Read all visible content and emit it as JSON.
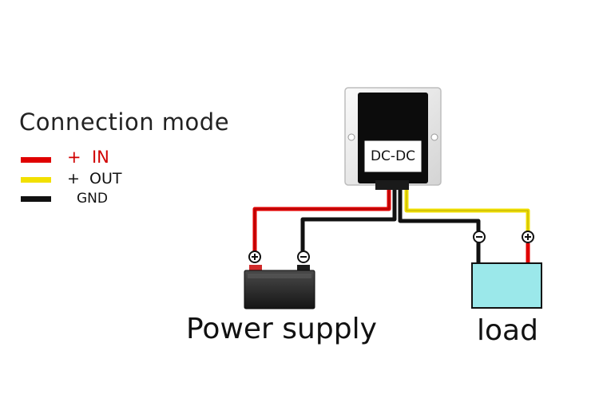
{
  "legend": {
    "title": "Connection mode",
    "items": [
      {
        "label": "+  IN",
        "color": "#e00000"
      },
      {
        "label": "+  OUT",
        "color": "#f2e000"
      },
      {
        "label": "GND",
        "color": "#111111"
      }
    ]
  },
  "converter": {
    "label": "DC-DC"
  },
  "power_supply": {
    "label": "Power supply"
  },
  "load": {
    "label": "load"
  },
  "colors": {
    "input_wire": "#e00000",
    "output_wire": "#f2e000",
    "ground_wire": "#111111",
    "load_fill": "#9be8ea"
  }
}
